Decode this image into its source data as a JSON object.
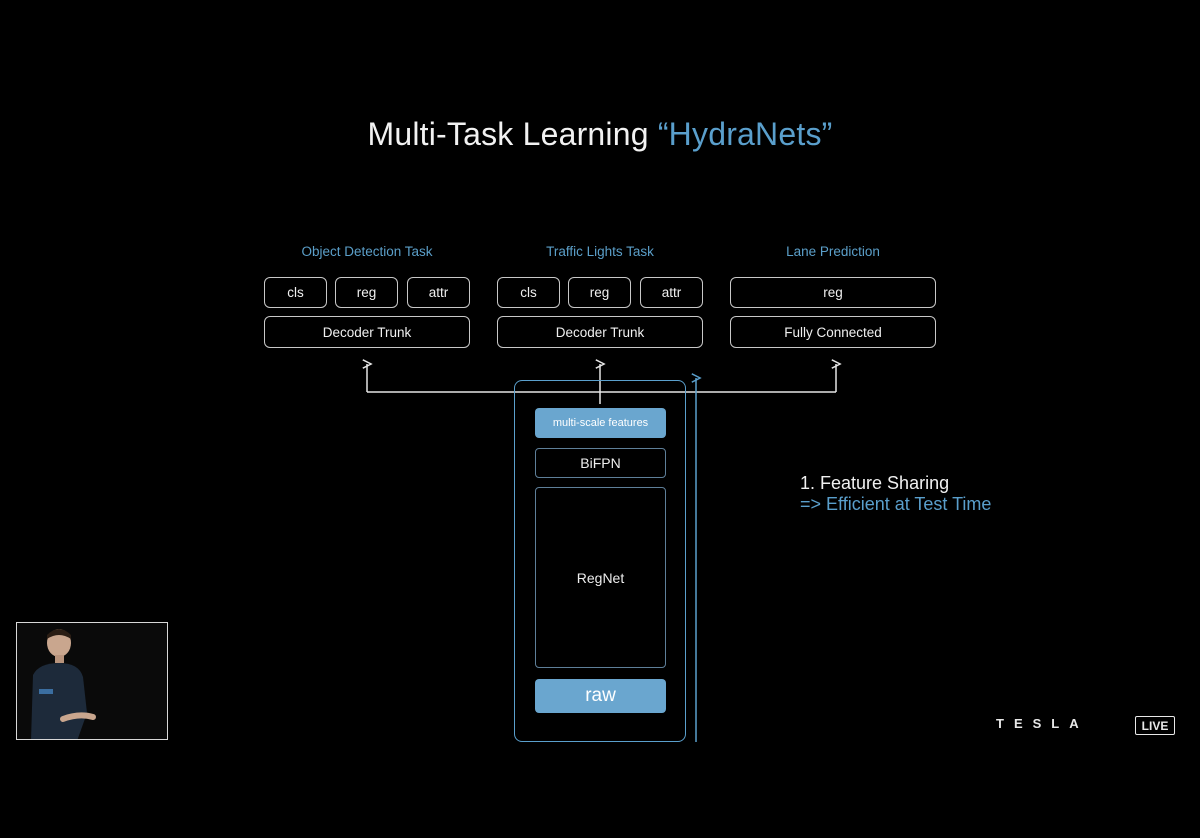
{
  "slide": {
    "title_main": "Multi-Task Learning ",
    "title_accent": "“HydraNets”"
  },
  "tasks": [
    {
      "label": "Object Detection Task",
      "heads": [
        "cls",
        "reg",
        "attr"
      ],
      "trunk": "Decoder Trunk"
    },
    {
      "label": "Traffic Lights Task",
      "heads": [
        "cls",
        "reg",
        "attr"
      ],
      "trunk": "Decoder Trunk"
    },
    {
      "label": "Lane Prediction",
      "heads": [
        "reg"
      ],
      "trunk": "Fully Connected"
    }
  ],
  "backbone": {
    "features": "multi-scale features",
    "bifpn": "BiFPN",
    "regnet": "RegNet",
    "raw": "raw"
  },
  "notes": {
    "line1": "1. Feature Sharing",
    "line2": "=> Efficient at Test Time"
  },
  "branding": {
    "brand": "TESLA",
    "live": "LIVE"
  },
  "colors": {
    "accent": "#5a9fcc",
    "background": "#000000",
    "box_border": "#c8c8c8"
  }
}
